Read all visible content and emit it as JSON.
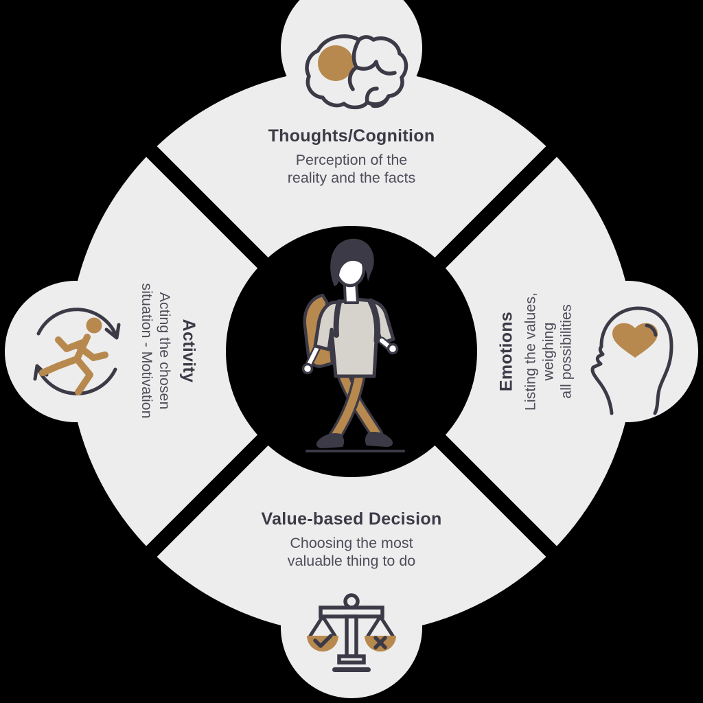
{
  "diagram": {
    "type": "four-quadrant cycle infographic",
    "background_color": "#000000",
    "ring_color": "#EDEDEE",
    "accent_color": "#B8894E",
    "line_color": "#3C3A46",
    "center": {
      "illustration": "walking person with backpack"
    },
    "quadrants": [
      {
        "position": "top",
        "icon": "brain-icon",
        "title": "Thoughts/Cognition",
        "subtitle": "Perception of the\nreality and the facts"
      },
      {
        "position": "right",
        "icon": "head-with-heart-icon",
        "title": "Emotions",
        "subtitle": "Listing the values, weighing\nall possibilities"
      },
      {
        "position": "bottom",
        "icon": "balance-scales-icon",
        "title": "Value-based Decision",
        "subtitle": "Choosing the most\nvaluable thing to do"
      },
      {
        "position": "left",
        "icon": "running-figure-cycle-icon",
        "title": "Activity",
        "subtitle": "Acting the chosen\nsituation - Motivation"
      }
    ]
  }
}
